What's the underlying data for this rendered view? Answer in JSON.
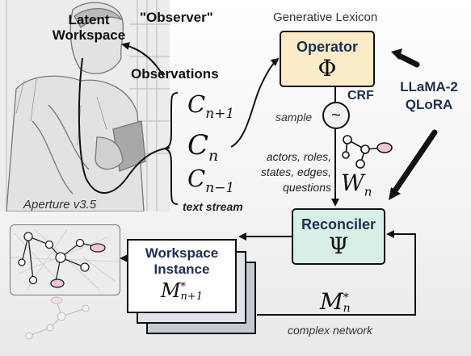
{
  "title": {
    "generative_lexicon": "Generative Lexicon"
  },
  "illustration": {
    "latent_workspace_line1": "Latent",
    "latent_workspace_line2": "Workspace",
    "observer": "\"Observer\"",
    "observations": "Observations",
    "aperture": "Aperture v3.5"
  },
  "stream": {
    "c_plus_base": "C",
    "c_plus_sub": "n+1",
    "c_n_base": "C",
    "c_n_sub": "n",
    "c_minus_base": "C",
    "c_minus_sub": "n−1",
    "text_stream": "text stream"
  },
  "operator": {
    "label": "Operator",
    "symbol": "Φ"
  },
  "llm": {
    "line1": "LLaMA-2",
    "line2": "QLoRA"
  },
  "crf": {
    "label": "CRF",
    "sample": "sample",
    "tilde": "~"
  },
  "features": {
    "line1": "actors, roles,",
    "line2": "states, edges,",
    "line3": "questions",
    "w_base": "W",
    "w_sub": "n"
  },
  "reconciler": {
    "label": "Reconciler",
    "symbol": "Ψ"
  },
  "workspace_instance": {
    "line1": "Workspace",
    "line2": "Instance",
    "m_base": "M",
    "m_sup": "*",
    "m_sub": "n+1"
  },
  "network_state": {
    "m_base": "M",
    "m_sup": "*",
    "m_sub": "n",
    "caption": "complex network"
  }
}
